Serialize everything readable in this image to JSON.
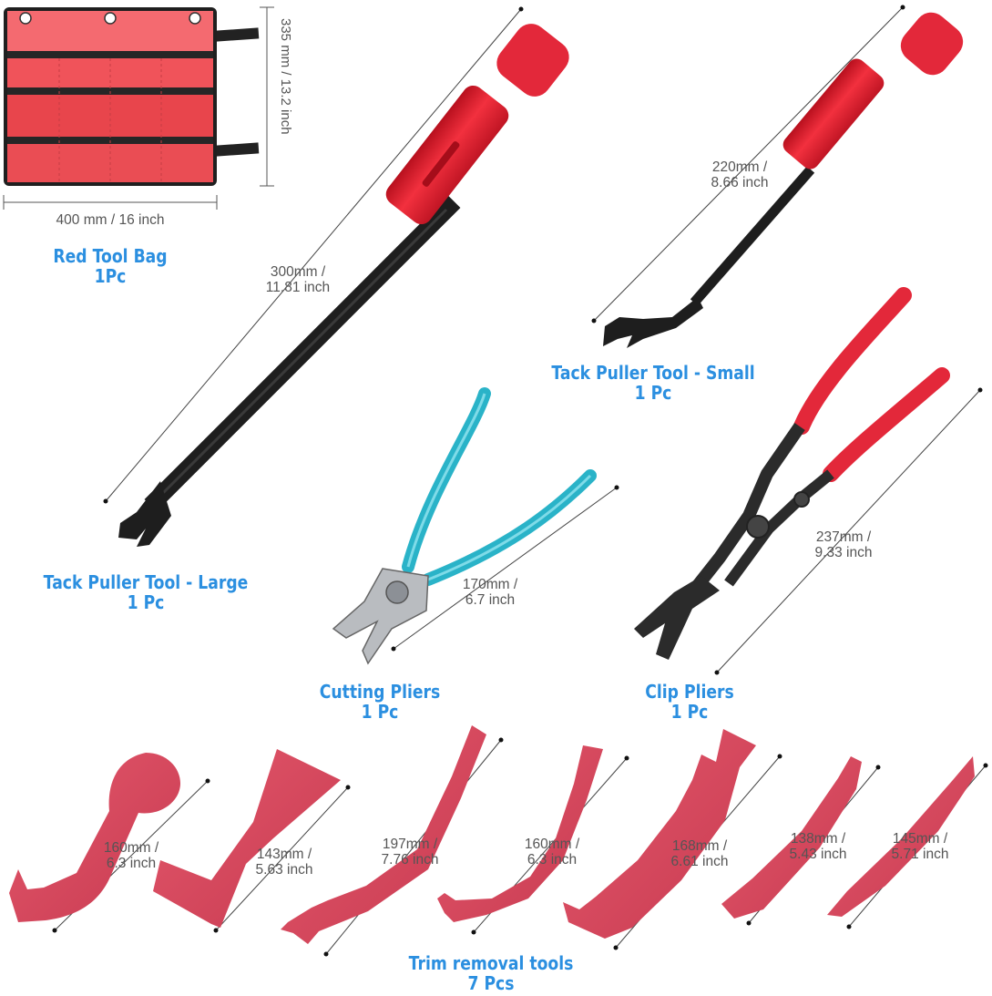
{
  "colors": {
    "label_blue": "#2b8fe0",
    "tool_red": "#e3283a",
    "trim_red": "#d9455c",
    "steel_black": "#1e1e1e",
    "plier_teal": "#2ab3c8",
    "bag_red": "#f0535a"
  },
  "bag": {
    "width_label": "400 mm / 16 inch",
    "height_label": "335 mm / 13.2 inch",
    "title": "Red Tool Bag",
    "qty": "1Pc"
  },
  "tack_large": {
    "dim1": "300mm /",
    "dim2": "11.81 inch",
    "title": "Tack Puller Tool - Large",
    "qty": "1 Pc"
  },
  "tack_small": {
    "dim1": "220mm /",
    "dim2": "8.66 inch",
    "title": "Tack Puller Tool - Small",
    "qty": "1 Pc"
  },
  "cutting": {
    "dim1": "170mm /",
    "dim2": "6.7 inch",
    "title": "Cutting Pliers",
    "qty": "1 Pc"
  },
  "clip": {
    "dim1": "237mm /",
    "dim2": "9.33 inch",
    "title": "Clip Pliers",
    "qty": "1 Pc"
  },
  "trim": {
    "title": "Trim removal tools",
    "qty": "7 Pcs",
    "items": [
      {
        "dim1": "160mm /",
        "dim2": "6.3 inch"
      },
      {
        "dim1": "143mm /",
        "dim2": "5.63 inch"
      },
      {
        "dim1": "197mm /",
        "dim2": "7.76 inch"
      },
      {
        "dim1": "160mm /",
        "dim2": "6.3 inch"
      },
      {
        "dim1": "168mm /",
        "dim2": "6.61 inch"
      },
      {
        "dim1": "138mm /",
        "dim2": "5.43 inch"
      },
      {
        "dim1": "145mm /",
        "dim2": "5.71 inch"
      }
    ]
  }
}
